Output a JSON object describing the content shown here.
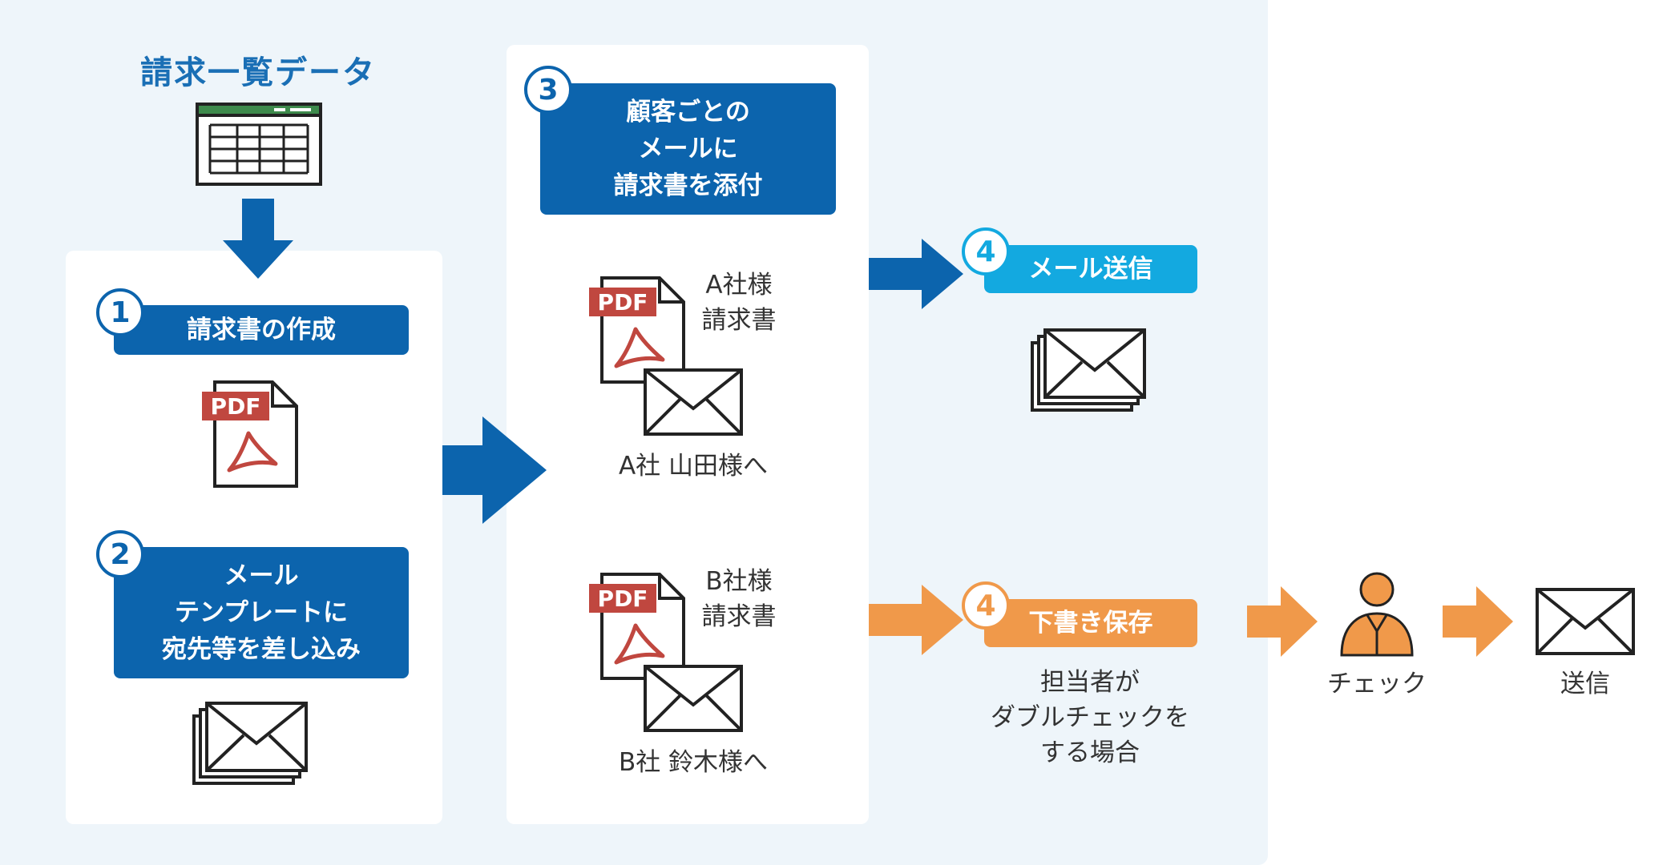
{
  "title": "請求一覧データ",
  "steps": {
    "s1": {
      "num": "1",
      "label": "請求書の作成"
    },
    "s2": {
      "num": "2",
      "label": "メール\nテンプレートに\n宛先等を差し込み"
    },
    "s3": {
      "num": "3",
      "label": "顧客ごとの\nメールに\n請求書を添付"
    },
    "s4a": {
      "num": "4",
      "label": "メール送信"
    },
    "s4b": {
      "num": "4",
      "label": "下書き保存"
    }
  },
  "pdf_label": "PDF",
  "docs": {
    "a_doc": "A社様\n請求書",
    "a_to": "A社 山田様へ",
    "b_doc": "B社様\n請求書",
    "b_to": "B社 鈴木様へ"
  },
  "double_check_note": "担当者が\nダブルチェックを\nする場合",
  "check_label": "チェック",
  "send_label": "送信",
  "colors": {
    "blue": "#0c64ad",
    "cyan": "#13a9e0",
    "orange": "#f0994a",
    "pdf_red": "#c0473f",
    "bg": "#eef5fa",
    "excel_green": "#3e8a4c"
  }
}
